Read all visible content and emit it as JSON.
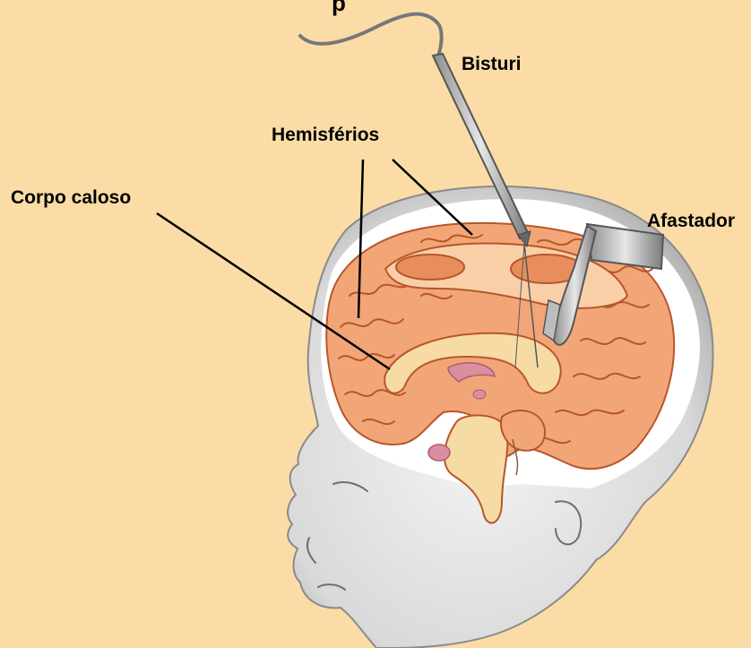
{
  "diagram": {
    "labels": {
      "bisturi": "Bisturi",
      "hemisferios": "Hemisférios",
      "corpo_caloso": "Corpo caloso",
      "afastador": "Afastador"
    }
  },
  "colors": {
    "background": "#FBDCA6",
    "brain": "#F2A678",
    "brain_outline": "#B8562B",
    "skull_gap": "#FFFFFF",
    "corpus_callosum": "#F7DBA5",
    "skin": "#E6E6E6",
    "label_line": "#000000"
  },
  "icons": {
    "scalpel": "scalpel-icon",
    "retractor": "retractor-icon"
  }
}
